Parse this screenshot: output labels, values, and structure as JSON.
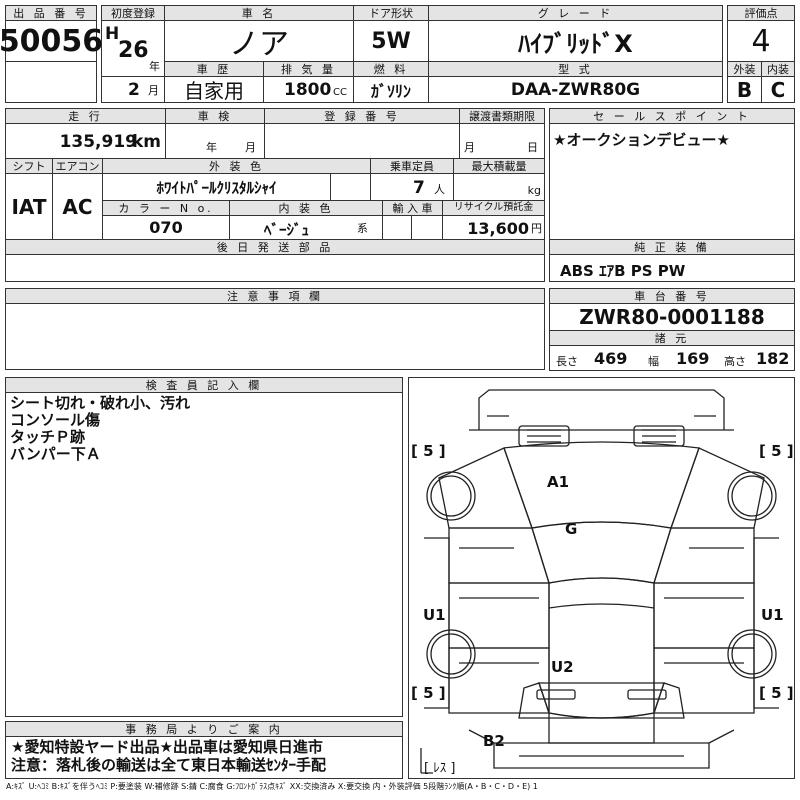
{
  "header": {
    "lot_no_label": "出 品 番 号",
    "lot_no": "50056",
    "first_reg_label": "初度登録",
    "era": "H",
    "year": "26",
    "year_unit": "年",
    "month": "2",
    "month_unit": "月",
    "car_name_label": "車 名",
    "car_name": "ノア",
    "door_label": "ドア形状",
    "door": "5W",
    "grade_label": "グ レ ー ド",
    "grade": "ﾊｲﾌﾞﾘｯﾄﾞX",
    "score_label": "評価点",
    "score": "4",
    "history_label": "車 歴",
    "history": "自家用",
    "displacement_label": "排 気 量",
    "displacement": "1800",
    "displacement_unit": "CC",
    "fuel_label": "燃 料",
    "fuel": "ｶﾞｿﾘﾝ",
    "model_label": "型 式",
    "model": "DAA-ZWR80G",
    "exterior_label": "外装",
    "exterior": "B",
    "interior_label": "内装",
    "interior": "C"
  },
  "details": {
    "mileage_label": "走 行",
    "mileage": "135,919",
    "mileage_unit": "km",
    "inspection_label": "車 検",
    "inspection_year_unit": "年",
    "inspection_month_unit": "月",
    "reg_no_label": "登 録 番 号",
    "transfer_label": "譲渡書類期限",
    "transfer_month_unit": "月",
    "transfer_day_unit": "日",
    "shift_label": "シフト",
    "shift": "IAT",
    "ac_label": "エアコン",
    "ac": "AC",
    "ext_color_label": "外 装 色",
    "ext_color": "ﾎﾜｲﾄﾊﾟｰﾙｸﾘｽﾀﾙｼｬｲ",
    "capacity_label": "乗車定員",
    "capacity": "7",
    "capacity_unit": "人",
    "max_load_label": "最大積載量",
    "max_load_unit": "kg",
    "color_no_label": "カ ラ ー N o.",
    "color_no": "070",
    "int_color_label": "内 装 色",
    "int_color": "ﾍﾞｰｼﾞｭ",
    "int_color_unit": "系",
    "import_label": "輸 入 車",
    "recycle_label": "リサイクル預託金",
    "recycle": "13,600",
    "recycle_unit": "円",
    "later_parts_label": "後 日 発 送 部 品",
    "caution_label": "注 意 事 項 欄"
  },
  "side": {
    "sales_point_label": "セ ー ル ス ポ イ ン ト",
    "sales_point": "★オークションデビュー★",
    "equipment_label": "純 正 装 備",
    "equipment": "ABS ｴｱB PS PW",
    "chassis_label": "車 台 番 号",
    "chassis": "ZWR80-0001188",
    "specs_label": "諸 元",
    "length_label": "長さ",
    "length": "469",
    "width_label": "幅",
    "width": "169",
    "height_label": "高さ",
    "height": "182"
  },
  "inspector": {
    "label": "検 査 員 記 入 欄",
    "notes": "シート切れ・破れ小、汚れ\nコンソール傷\nタッチＰ跡\nバンパー下Ａ"
  },
  "office": {
    "label": "事 務 局 よ り ご 案 内",
    "notes": "★愛知特設ヤード出品★出品車は愛知県日進市\n注意：落札後の輸送は全て東日本輸送ｾﾝﾀｰ手配"
  },
  "diagram": {
    "marks": {
      "a1": "A1",
      "g": "G",
      "u1_left": "U1",
      "u1_right": "U1",
      "u2": "U2",
      "b2": "B2",
      "tire_fl": "[ 5 ]",
      "tire_fr": "[ 5 ]",
      "tire_rl": "[ 5 ]",
      "tire_rr": "[ 5 ]",
      "spare": "[ ﾚｽ ]"
    }
  },
  "legend": "A:ｷｽﾞ  U:ﾍｺﾐ  B:ｷｽﾞを伴うﾍｺﾐ  P:要塗装  W:補修跡  S:錆  C:腐食  G:ﾌﾛﾝﾄｶﾞﾗｽ点ｷｽﾞ  XX:交換済み  X:要交換   内・外装評価  5段階ﾗﾝｸ順(A・B・C・D・E) 1"
}
